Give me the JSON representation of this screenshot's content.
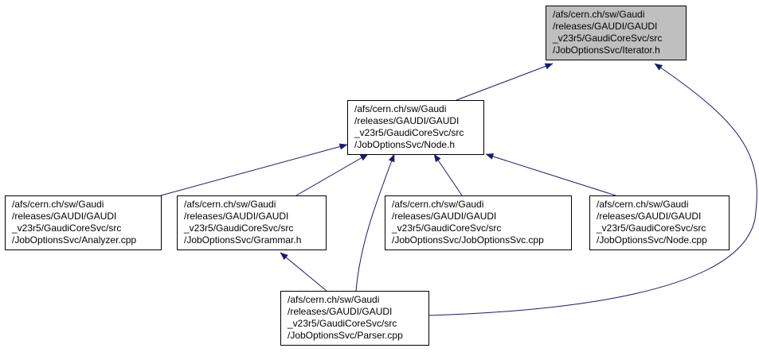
{
  "graph": {
    "edge_color": "#191970",
    "nodes": {
      "iterator": {
        "lines": [
          "/afs/cern.ch/sw/Gaudi",
          "/releases/GAUDI/GAUDI",
          "_v23r5/GaudiCoreSvc/src",
          "/JobOptionsSvc/Iterator.h"
        ],
        "fill": "#bfbfbf"
      },
      "node_h": {
        "lines": [
          "/afs/cern.ch/sw/Gaudi",
          "/releases/GAUDI/GAUDI",
          "_v23r5/GaudiCoreSvc/src",
          "/JobOptionsSvc/Node.h"
        ],
        "fill": "#ffffff"
      },
      "analyzer": {
        "lines": [
          "/afs/cern.ch/sw/Gaudi",
          "/releases/GAUDI/GAUDI",
          "_v23r5/GaudiCoreSvc/src",
          "/JobOptionsSvc/Analyzer.cpp"
        ],
        "fill": "#ffffff"
      },
      "grammar": {
        "lines": [
          "/afs/cern.ch/sw/Gaudi",
          "/releases/GAUDI/GAUDI",
          "_v23r5/GaudiCoreSvc/src",
          "/JobOptionsSvc/Grammar.h"
        ],
        "fill": "#ffffff"
      },
      "joboptionssvc": {
        "lines": [
          "/afs/cern.ch/sw/Gaudi",
          "/releases/GAUDI/GAUDI",
          "_v23r5/GaudiCoreSvc/src",
          "/JobOptionsSvc/JobOptionsSvc.cpp"
        ],
        "fill": "#ffffff"
      },
      "node_cpp": {
        "lines": [
          "/afs/cern.ch/sw/Gaudi",
          "/releases/GAUDI/GAUDI",
          "_v23r5/GaudiCoreSvc/src",
          "/JobOptionsSvc/Node.cpp"
        ],
        "fill": "#ffffff"
      },
      "parser": {
        "lines": [
          "/afs/cern.ch/sw/Gaudi",
          "/releases/GAUDI/GAUDI",
          "_v23r5/GaudiCoreSvc/src",
          "/JobOptionsSvc/Parser.cpp"
        ],
        "fill": "#ffffff"
      }
    },
    "edges": [
      {
        "from": "node_h",
        "to": "iterator"
      },
      {
        "from": "parser",
        "to": "iterator"
      },
      {
        "from": "analyzer",
        "to": "node_h"
      },
      {
        "from": "grammar",
        "to": "node_h"
      },
      {
        "from": "parser",
        "to": "node_h"
      },
      {
        "from": "joboptionssvc",
        "to": "node_h"
      },
      {
        "from": "node_cpp",
        "to": "node_h"
      },
      {
        "from": "parser",
        "to": "grammar"
      }
    ]
  }
}
